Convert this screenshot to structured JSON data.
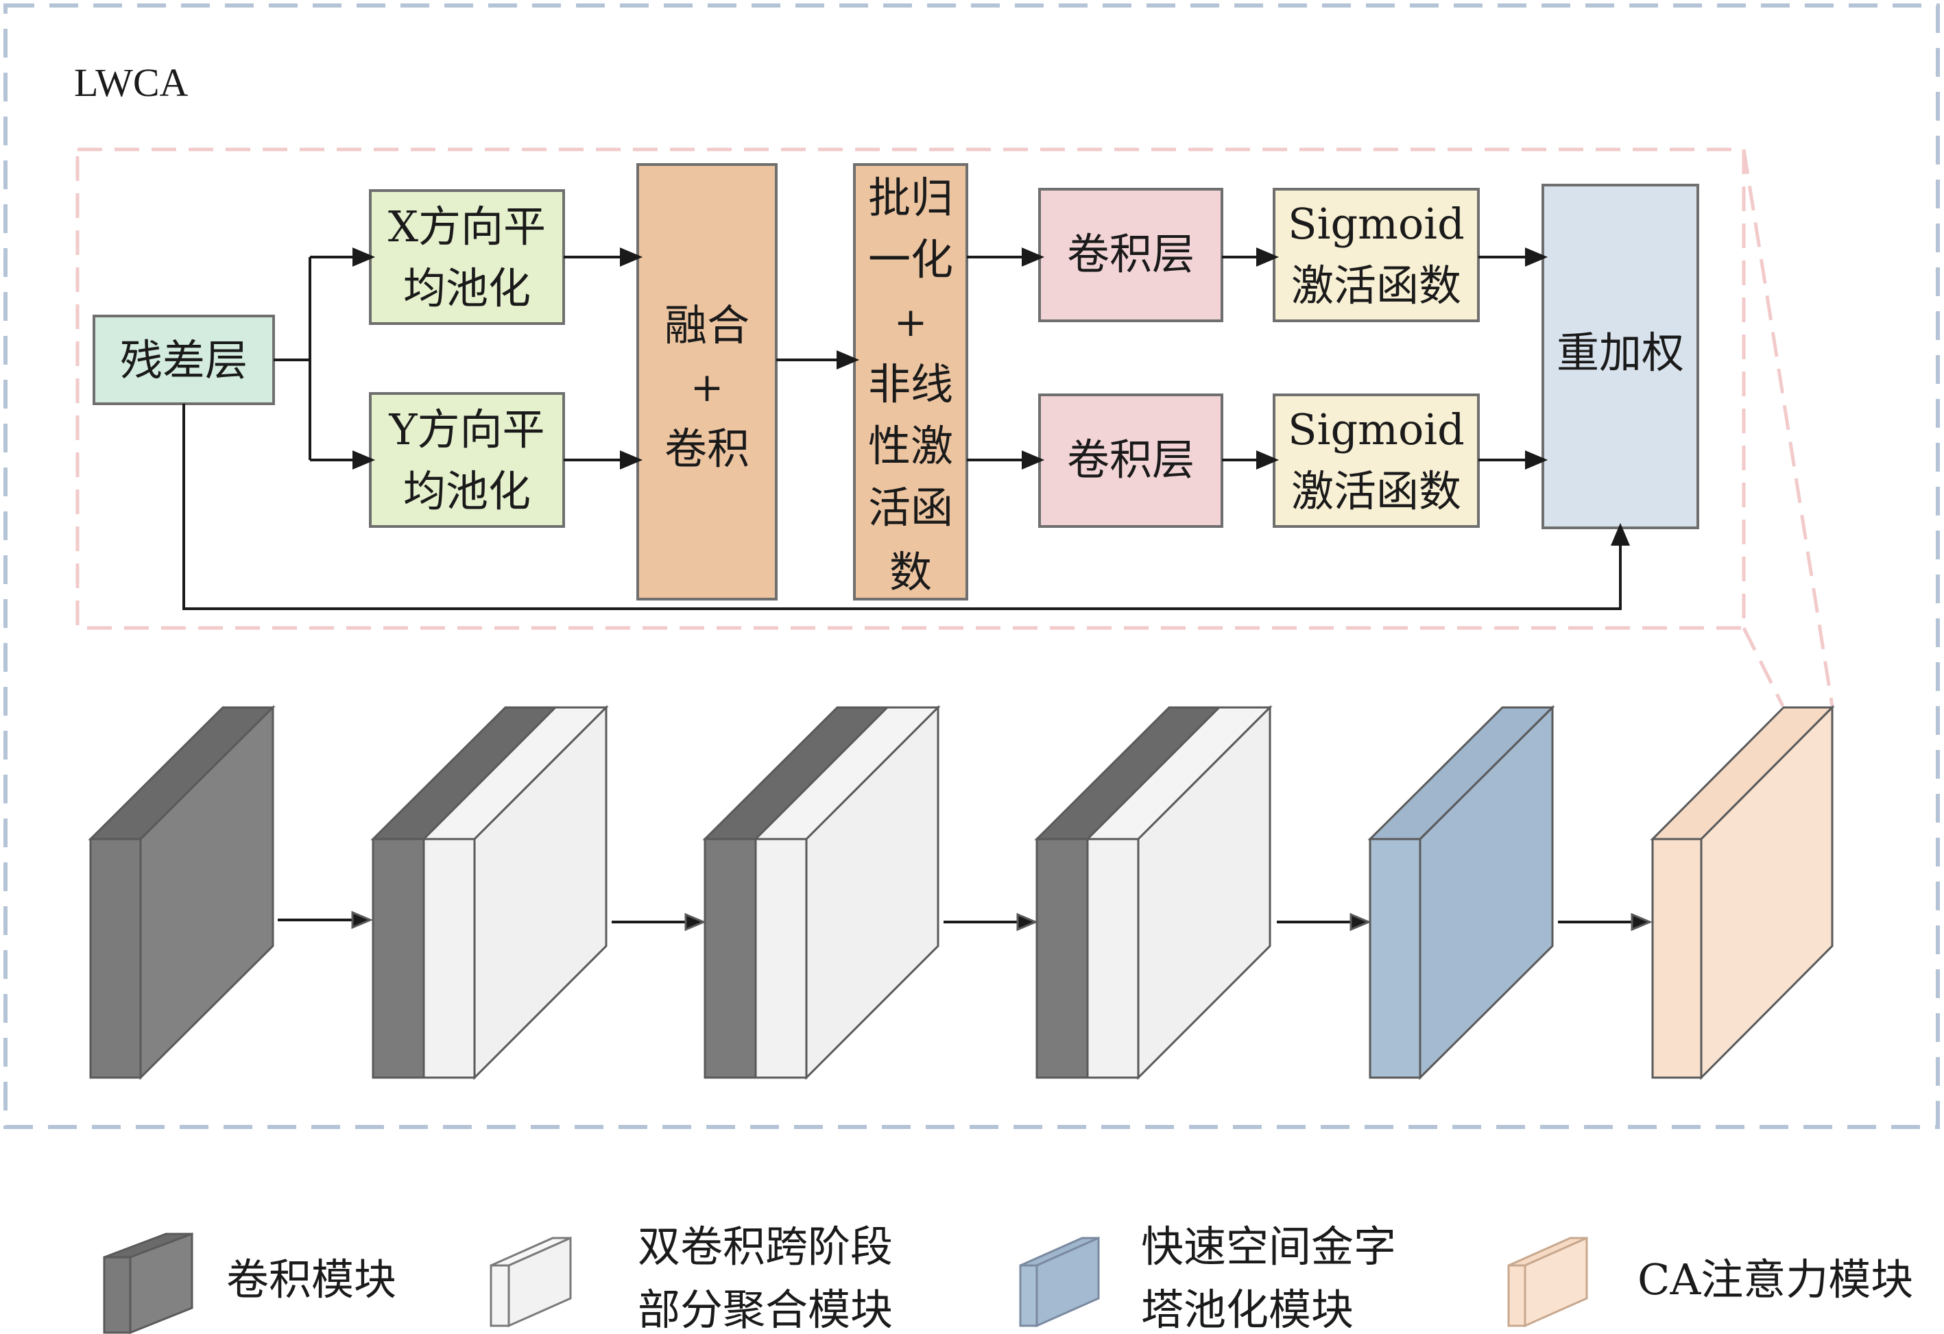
{
  "title": "LWCA",
  "flow": {
    "residual": "残差层",
    "x_pool": [
      "X方向平",
      "均池化"
    ],
    "y_pool": [
      "Y方向平",
      "均池化"
    ],
    "fuse": [
      "融合",
      "+",
      "卷积"
    ],
    "bn": [
      "批归",
      "一化",
      "+",
      "非线",
      "性激",
      "活函",
      "数"
    ],
    "conv_top": "卷积层",
    "conv_bottom": "卷积层",
    "sig_top": [
      "Sigmoid",
      "激活函数"
    ],
    "sig_bottom": [
      "Sigmoid",
      "激活函数"
    ],
    "reweight": "重加权"
  },
  "legend": {
    "conv": "卷积模块",
    "c2f": [
      "双卷积跨阶段",
      "部分聚合模块"
    ],
    "sppf": [
      "快速空间金字",
      "塔池化模块"
    ],
    "ca": "CA注意力模块"
  },
  "colors": {
    "outer_dash": "#b4c4d6",
    "inner_dash": "#f2caca",
    "residual": "#d4ece0",
    "pool": "#e5f0cc",
    "fuse": "#ecc4a0",
    "conv_layer": "#f2d4d6",
    "sigmoid": "#f8f0d4",
    "reweight": "#d8e2ec",
    "conv_block": "#7b7b7b",
    "c2f_block": "#f2f2f2",
    "sppf_block": "#a9bfd4",
    "ca_block": "#f8e0cc"
  }
}
